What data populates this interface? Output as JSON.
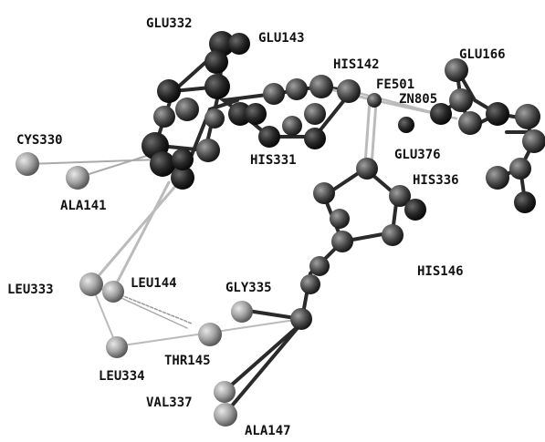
{
  "labels": {
    "glu332": "GLU332",
    "glu143": "GLU143",
    "his142": "HIS142",
    "glu166": "GLU166",
    "fe501": "FE501",
    "zn805": "ZN805",
    "cys330": "CYS330",
    "his331": "HIS331",
    "glu376": "GLU376",
    "his336": "HIS336",
    "ala141": "ALA141",
    "his146": "HIS146",
    "leu333": "LEU333",
    "leu144": "LEU144",
    "gly335": "GLY335",
    "thr145": "THR145",
    "leu334": "LEU334",
    "val337": "VAL337",
    "ala147": "ALA147"
  },
  "colors": {
    "atom_dark": "#1c1c1c",
    "atom_mid": "#444444",
    "atom_light": "#9a9a9a",
    "bond_light": "#b8b8b8",
    "bond_dark": "#2a2a2a",
    "label_text": "#111111"
  }
}
